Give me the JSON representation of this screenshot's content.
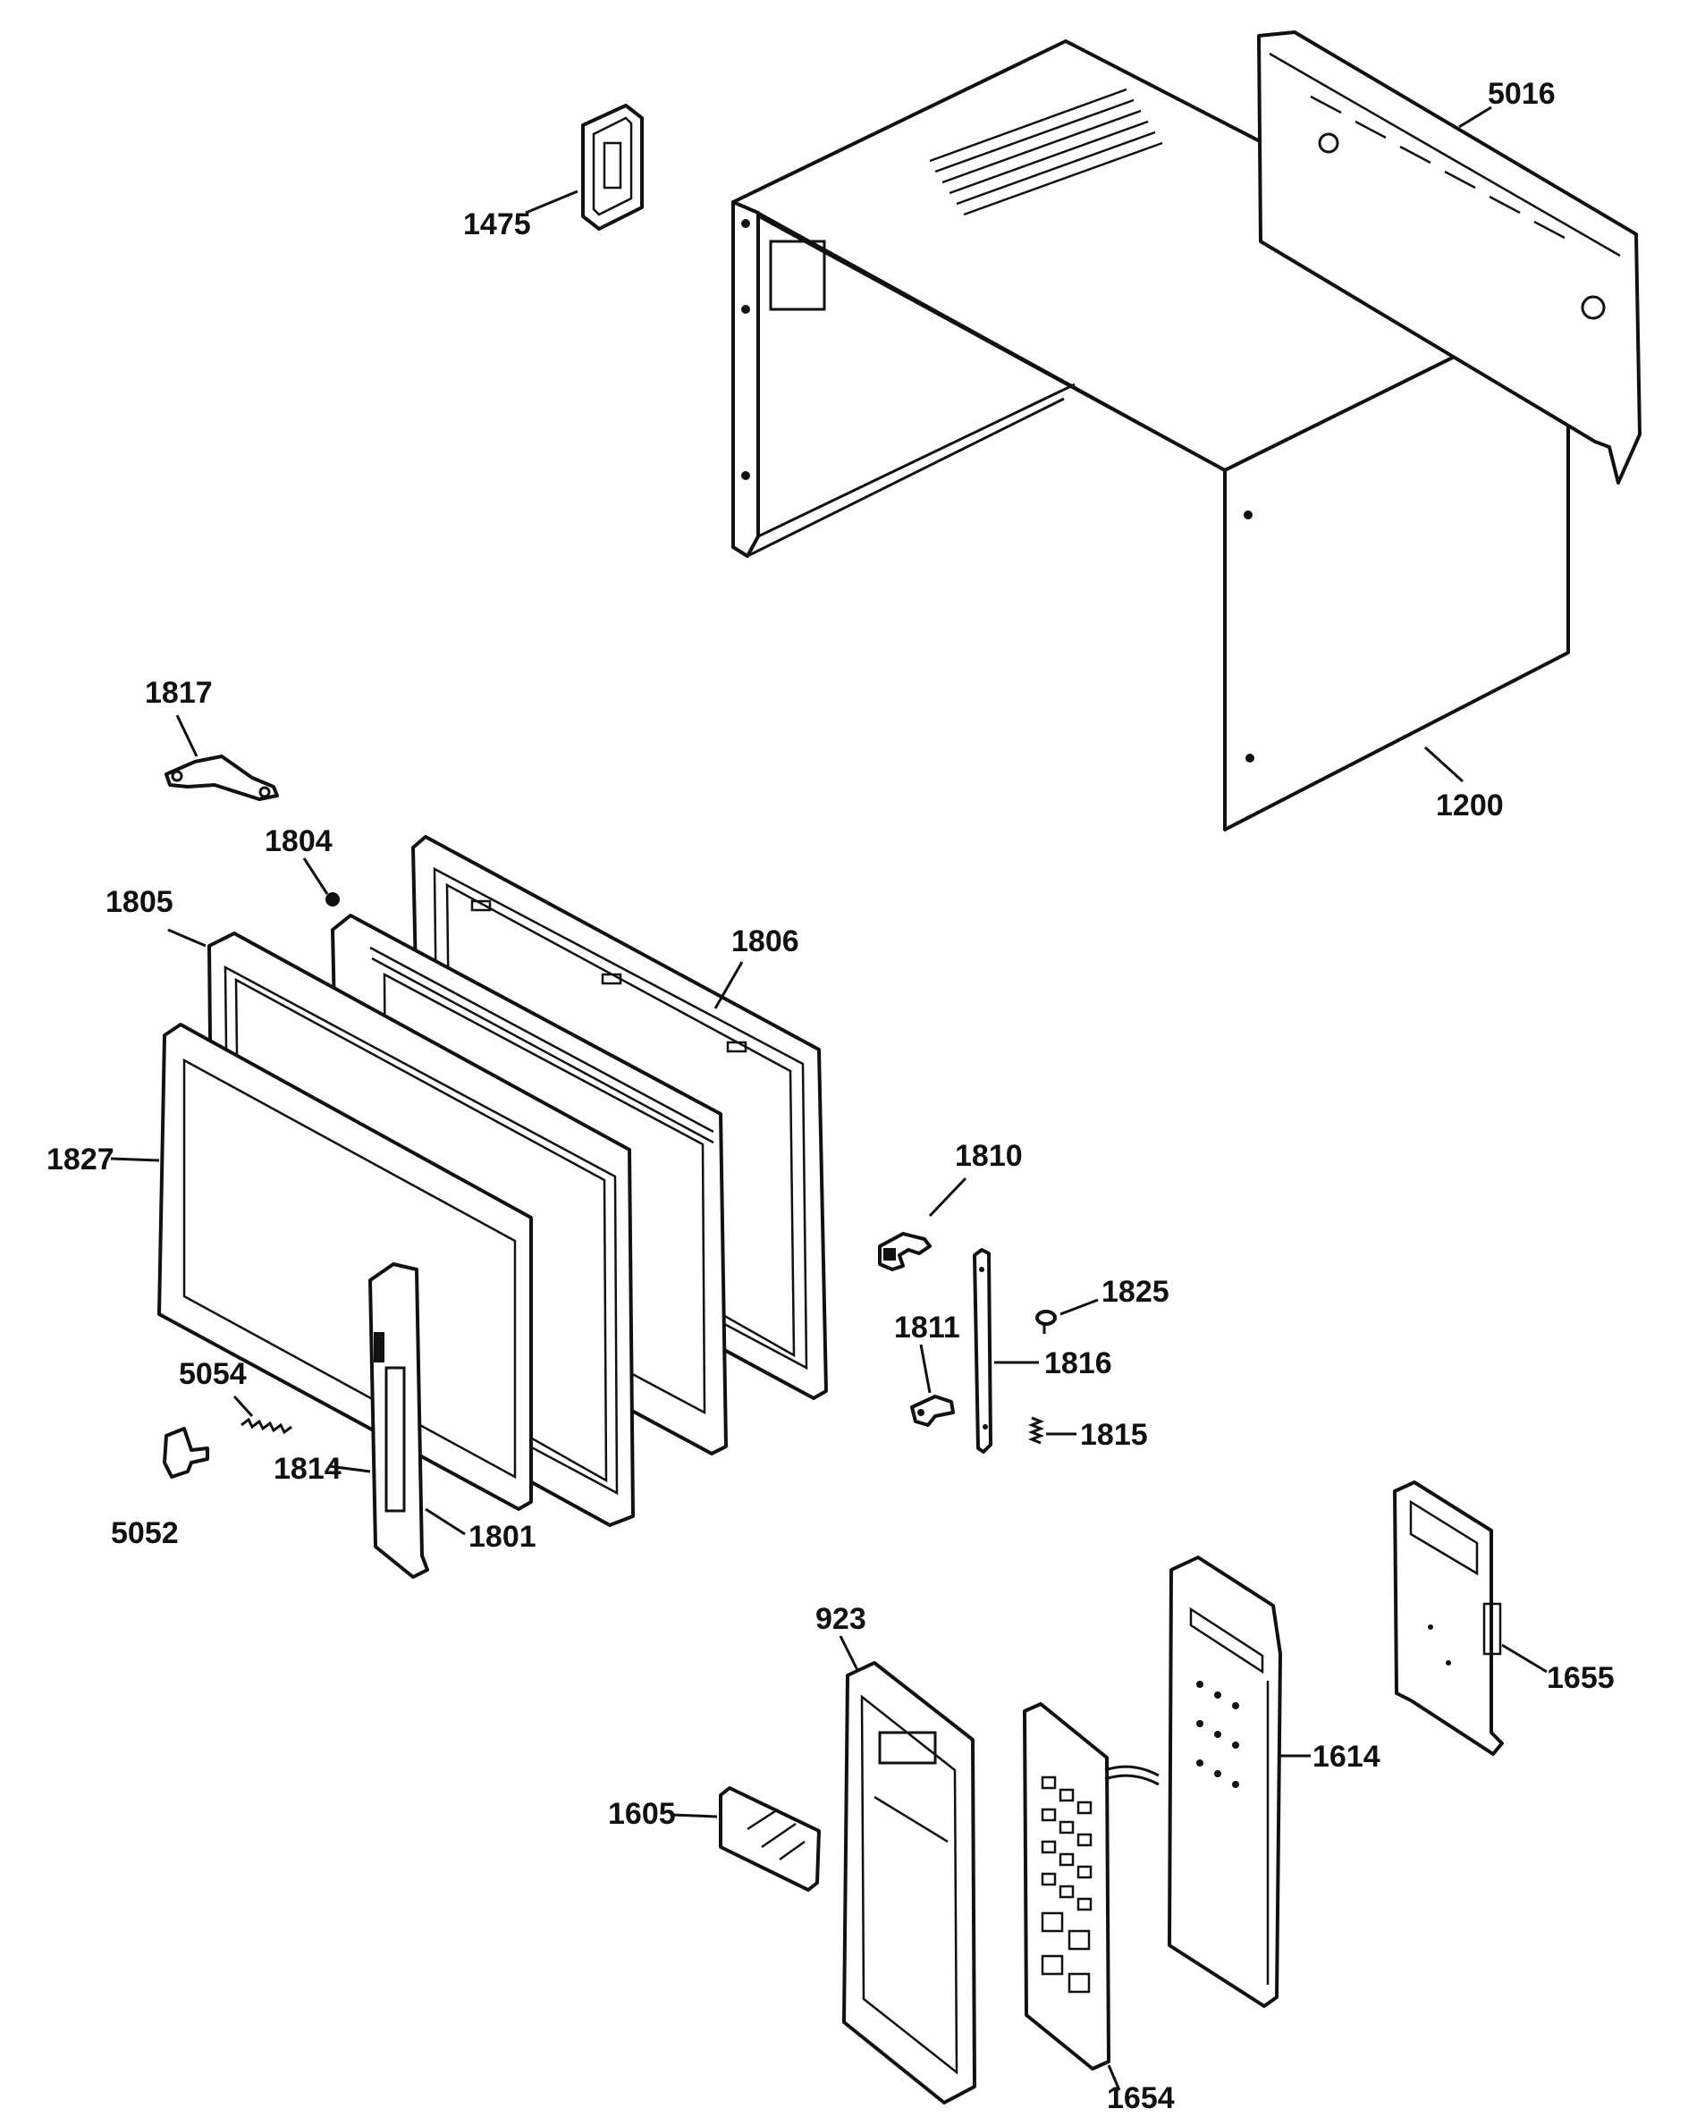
{
  "parts": {
    "p1475": "1475",
    "p5016": "5016",
    "p1200": "1200",
    "p1817": "1817",
    "p1804": "1804",
    "p1805": "1805",
    "p1806": "1806",
    "p1827": "1827",
    "p1810": "1810",
    "p1825": "1825",
    "p1811": "1811",
    "p1816": "1816",
    "p1815": "1815",
    "p5054": "5054",
    "p5052": "5052",
    "p1814": "1814",
    "p1801": "1801",
    "p923": "923",
    "p1605": "1605",
    "p1654": "1654",
    "p1614": "1614",
    "p1655": "1655"
  },
  "colors": {
    "ink": "#111111",
    "paper": "#ffffff"
  }
}
